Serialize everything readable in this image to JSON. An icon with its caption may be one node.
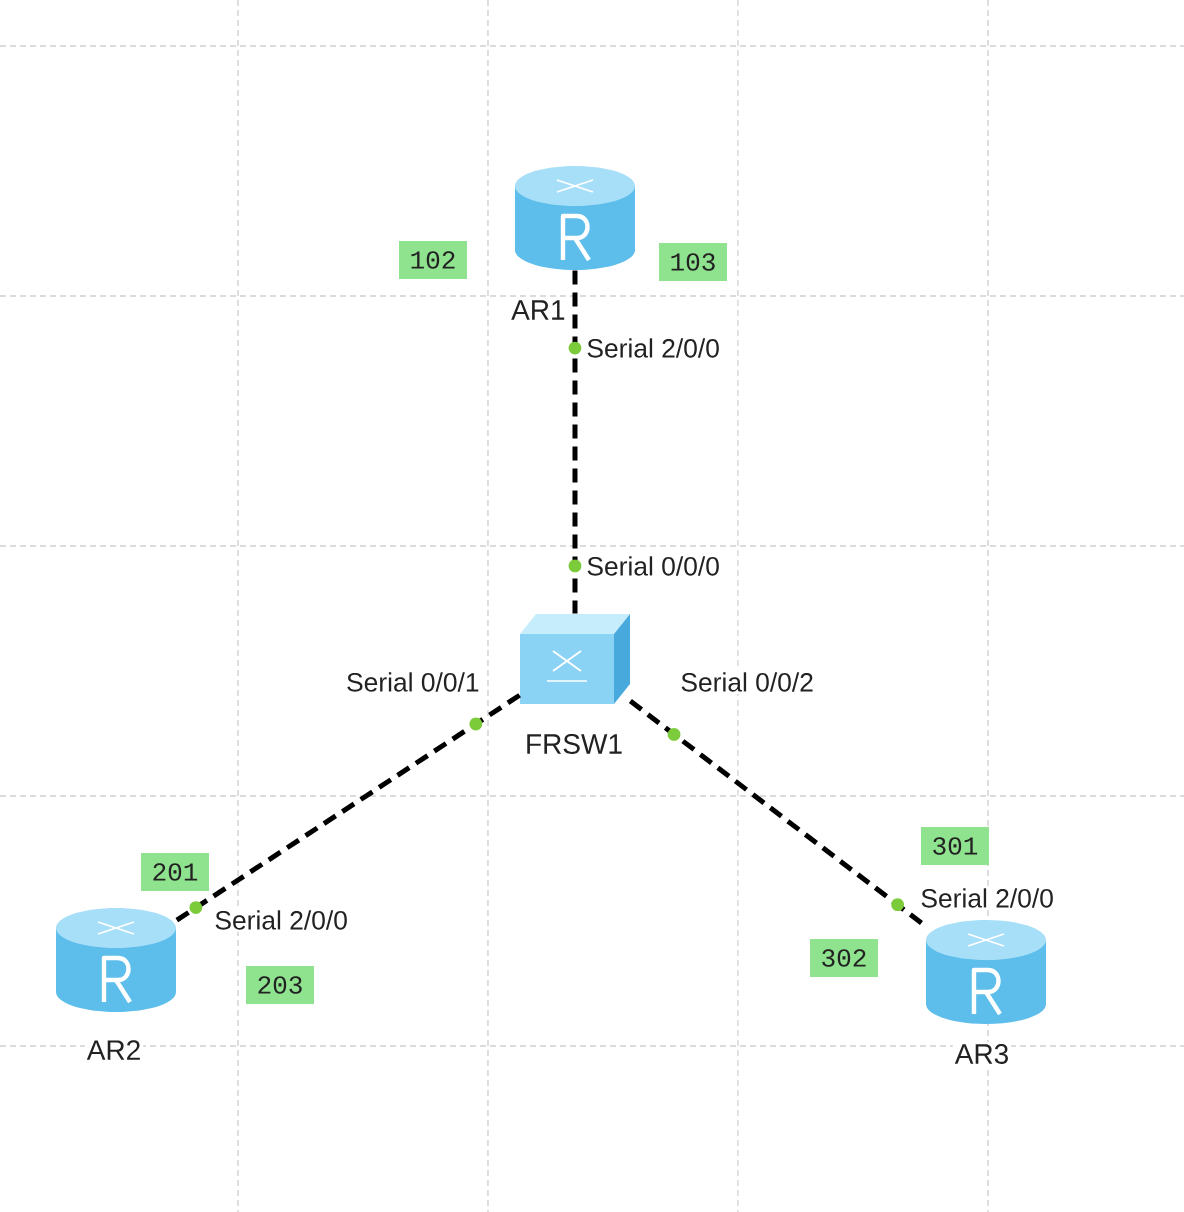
{
  "diagram": {
    "nodes": [
      {
        "text": [
          "AR1"
        ]
      },
      {
        "text": [
          "102"
        ]
      },
      {
        "text": [
          "103"
        ]
      },
      {
        "text": [
          "FRSW1"
        ]
      },
      {
        "text": [
          "201"
        ]
      },
      {
        "text": [
          "AR2"
        ]
      },
      {
        "text": [
          "203"
        ]
      },
      {
        "text": [
          "301"
        ]
      },
      {
        "text": [
          "302"
        ]
      },
      {
        "text": [
          "AR3"
        ]
      }
    ],
    "edges": [
      {
        "from": 0,
        "to": 3,
        "arrow": "none",
        "style": "dashed"
      },
      {
        "from": 3,
        "to": 5,
        "arrow": "none",
        "style": "dashed"
      },
      {
        "from": 3,
        "to": 9,
        "arrow": "none",
        "style": "dashed"
      }
    ],
    "labels": [
      "Serial 2/0/0",
      "Serial 0/0/0",
      "Serial 0/0/1",
      "Serial 0/0/2",
      "Serial 2/0/0",
      "Serial 2/0/0"
    ]
  }
}
